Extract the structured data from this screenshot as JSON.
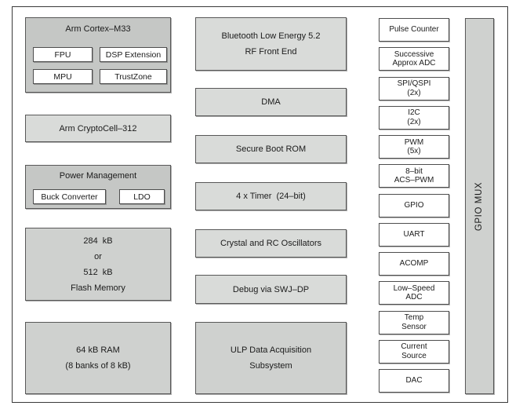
{
  "colors": {
    "container_fill": "#c5c7c5",
    "memory_fill": "#cfd1cf",
    "light_block_fill": "#d9dbd9",
    "box_fill": "#ffffff",
    "border": "#585858",
    "frame_border": "#3a3a3a",
    "text": "#1b1b1b"
  },
  "left": {
    "cortex": {
      "title": "Arm Cortex–M33",
      "fpu": "FPU",
      "dsp": "DSP Extension",
      "mpu": "MPU",
      "trustzone": "TrustZone"
    },
    "cryptocell": "Arm CryptoCell–312",
    "power": {
      "title": "Power Management",
      "buck": "Buck Converter",
      "ldo": "LDO"
    },
    "flash": "284  kB\nor\n512  kB\nFlash Memory",
    "ram": "64 kB RAM\n(8 banks of 8 kB)"
  },
  "middle": {
    "blocks": [
      "Bluetooth Low Energy 5.2\nRF Front End",
      "DMA",
      "Secure Boot ROM",
      "4 x Timer  (24–bit)",
      "Crystal and RC Oscillators",
      "Debug via SWJ–DP",
      "ULP Data Acquisition\nSubsystem"
    ]
  },
  "right": {
    "peripherals": [
      "Pulse Counter",
      "Successive\nApprox ADC",
      "SPI/QSPI\n(2x)",
      "I2C\n(2x)",
      "PWM\n(5x)",
      "8–bit\nACS–PWM",
      "GPIO",
      "UART",
      "ACOMP",
      "Low–Speed\nADC",
      "Temp\nSensor",
      "Current\nSource",
      "DAC"
    ],
    "gpio_mux": "GPIO MUX"
  }
}
